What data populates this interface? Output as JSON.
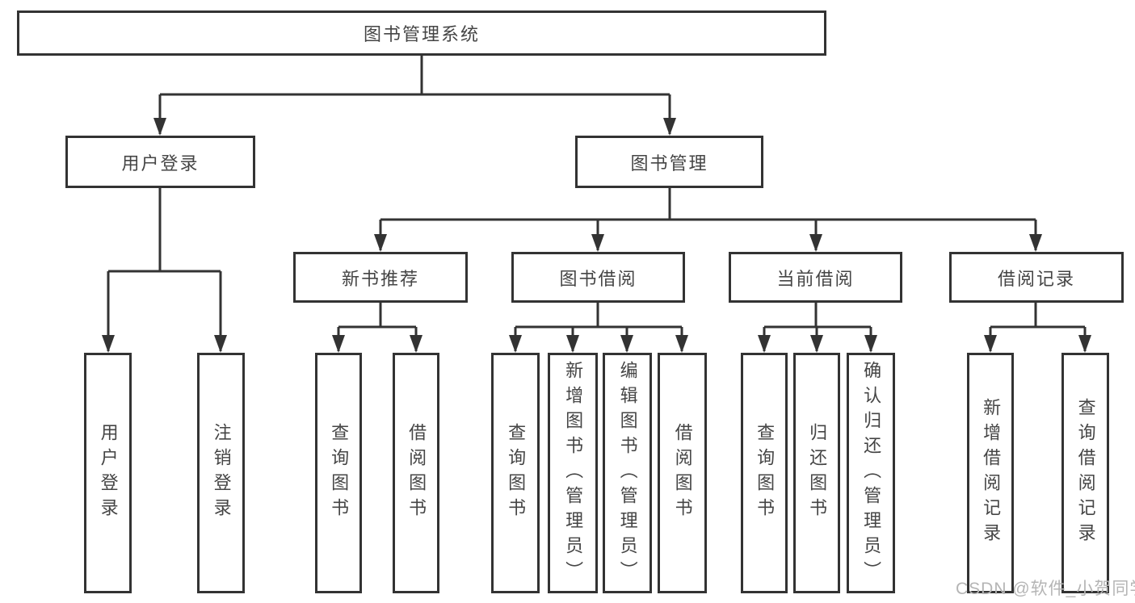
{
  "tree": {
    "label": "图书管理系统",
    "children": [
      {
        "label": "用户登录",
        "children": [
          {
            "label": "用户登录"
          },
          {
            "label": "注销登录"
          }
        ]
      },
      {
        "label": "图书管理",
        "children": [
          {
            "label": "新书推荐",
            "children": [
              {
                "label": "查询图书"
              },
              {
                "label": "借阅图书"
              }
            ]
          },
          {
            "label": "图书借阅",
            "children": [
              {
                "label": "查询图书"
              },
              {
                "label": "新增图书（管理员）"
              },
              {
                "label": "编辑图书（管理员）"
              },
              {
                "label": "借阅图书"
              }
            ]
          },
          {
            "label": "当前借阅",
            "children": [
              {
                "label": "查询图书"
              },
              {
                "label": "归还图书"
              },
              {
                "label": "确认归还（管理员）"
              }
            ]
          },
          {
            "label": "借阅记录",
            "children": [
              {
                "label": "新增借阅记录"
              },
              {
                "label": "查询借阅记录"
              }
            ]
          }
        ]
      }
    ]
  },
  "watermark": {
    "text": "CSDN @软件_小贺同学"
  },
  "colors": {
    "box_border": "#333333",
    "connector_line": "#333333",
    "text": "#454545",
    "watermark_text": "#b5b5b5",
    "background": "#ffffff"
  }
}
